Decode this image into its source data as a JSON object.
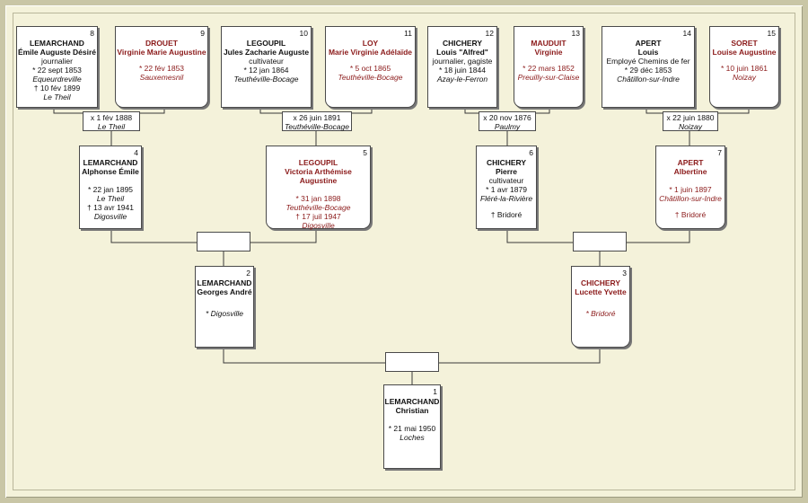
{
  "persons": {
    "p1": {
      "num": "1",
      "surname": "LEMARCHAND",
      "given": "Christian",
      "birth": "* 21 mai 1950",
      "birth_place": "Loches"
    },
    "p2": {
      "num": "2",
      "surname": "LEMARCHAND",
      "given": "Georges André",
      "birth": "* Digosville"
    },
    "p3": {
      "num": "3",
      "surname": "CHICHERY",
      "given": "Lucette Yvette",
      "birth": "* Bridoré"
    },
    "p4": {
      "num": "4",
      "surname": "LEMARCHAND",
      "given": "Alphonse Émile",
      "birth": "* 22 jan 1895",
      "birth_place": "Le Theil",
      "death": "† 13 avr 1941",
      "death_place": "Digosville"
    },
    "p5": {
      "num": "5",
      "surname": "LEGOUPIL",
      "given": "Victoria Arthémise Augustine",
      "birth": "* 31 jan 1898",
      "birth_place": "Teuthéville-Bocage",
      "death": "† 17 juil 1947",
      "death_place": "Digosville"
    },
    "p6": {
      "num": "6",
      "surname": "CHICHERY",
      "given": "Pierre",
      "occupation": "cultivateur",
      "birth": "* 1 avr 1879",
      "birth_place": "Fléré-la-Rivière",
      "death": "† Bridoré"
    },
    "p7": {
      "num": "7",
      "surname": "APERT",
      "given": "Albertine",
      "birth": "* 1 juin 1897",
      "birth_place": "Châtillon-sur-Indre",
      "death": "† Bridoré"
    },
    "p8": {
      "num": "8",
      "surname": "LEMARCHAND",
      "given": "Émile Auguste Désiré",
      "occupation": "journalier",
      "birth": "* 22 sept 1853",
      "birth_place": "Equeurdreville",
      "death": "† 10 fév 1899",
      "death_place": "Le Theil"
    },
    "p9": {
      "num": "9",
      "surname": "DROUET",
      "given": "Virginie Marie Augustine",
      "birth": "* 22 fév 1853",
      "birth_place": "Sauxemesnil"
    },
    "p10": {
      "num": "10",
      "surname": "LEGOUPIL",
      "given": "Jules Zacharie Auguste",
      "occupation": "cultivateur",
      "birth": "* 12 jan 1864",
      "birth_place": "Teuthéville-Bocage"
    },
    "p11": {
      "num": "11",
      "surname": "LOY",
      "given": "Marie Virginie  Adélaïde",
      "birth": "* 5 oct 1865",
      "birth_place": "Teuthéville-Bocage"
    },
    "p12": {
      "num": "12",
      "surname": "CHICHERY",
      "given": "Louis \"Alfred\"",
      "occupation": "journalier, gagiste",
      "birth": "* 18 juin 1844",
      "birth_place": "Azay-le-Ferron"
    },
    "p13": {
      "num": "13",
      "surname": "MAUDUIT",
      "given": "Virginie",
      "birth": "* 22 mars 1852",
      "birth_place": "Preuilly-sur-Claise"
    },
    "p14": {
      "num": "14",
      "surname": "APERT",
      "given": "Louis",
      "occupation": "Employé Chemins de fer",
      "birth": "* 29 déc 1853",
      "birth_place": "Châtillon-sur-Indre"
    },
    "p15": {
      "num": "15",
      "surname": "SORET",
      "given": "Louise Augustine",
      "birth": "* 10 juin 1861",
      "birth_place": "Noizay"
    }
  },
  "marriages": {
    "m4": {
      "date": "x 1 fév 1888",
      "place": "Le Theil"
    },
    "m5": {
      "date": "x 26 juin 1891",
      "place": "Teuthéville-Bocage"
    },
    "m6": {
      "date": "x 20 nov 1876",
      "place": "Paulmy"
    },
    "m7": {
      "date": "x 22 juin 1880",
      "place": "Noizay"
    }
  },
  "colors": {
    "background": "#f4f2da",
    "female_text": "#8b1a1a",
    "male_text": "#111111",
    "line": "#3a3a3a"
  }
}
